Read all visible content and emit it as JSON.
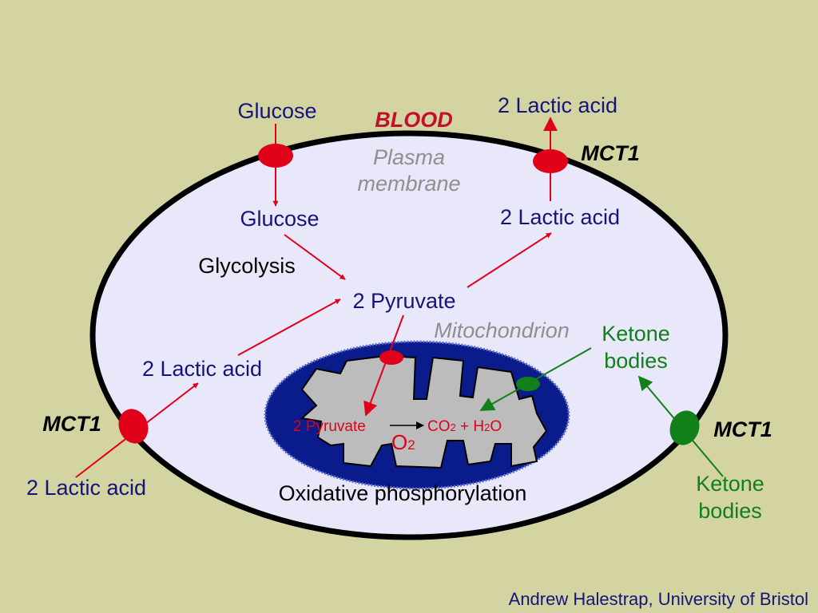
{
  "labels": {
    "glucose_out": "Glucose",
    "glucose_in": "Glucose",
    "blood": "BLOOD",
    "plasma_line1": "Plasma",
    "plasma_line2": "membrane",
    "lactic_out_top": "2 Lactic acid",
    "lactic_in_top": "2 Lactic acid",
    "mct1_top": "MCT1",
    "glycolysis": "Glycolysis",
    "pyruvate": "2 Pyruvate",
    "mitochondrion": "Mitochondrion",
    "ketone_in_line1": "Ketone",
    "ketone_in_line2": "bodies",
    "lactic_in_left": "2 Lactic acid",
    "mct1_left": "MCT1",
    "lactic_out_left": "2 Lactic acid",
    "mct1_right": "MCT1",
    "ketone_out_line1": "Ketone",
    "ketone_out_line2": "bodies",
    "mito_pyruvate": "2 Pyruvate",
    "co2": "CO",
    "co2_sub": "2",
    "plus_h2o_prefix": " + H",
    "h2o_sub": "2",
    "h2o_suffix": "O",
    "o2": "O",
    "o2_sub": "2",
    "oxphos": "Oxidative phosphorylation",
    "credit": "Andrew Halestrap, University of Bristol"
  },
  "colors": {
    "background": "#d4d4a2",
    "cell": "#e8e8fa",
    "membrane": "#000000",
    "mito_outer": "#0a1c8c",
    "mito_inner": "#bcbcbc",
    "red": "#e0001a",
    "green": "#11801a",
    "navy": "#14147a",
    "grey_text": "#8f8f8f"
  }
}
